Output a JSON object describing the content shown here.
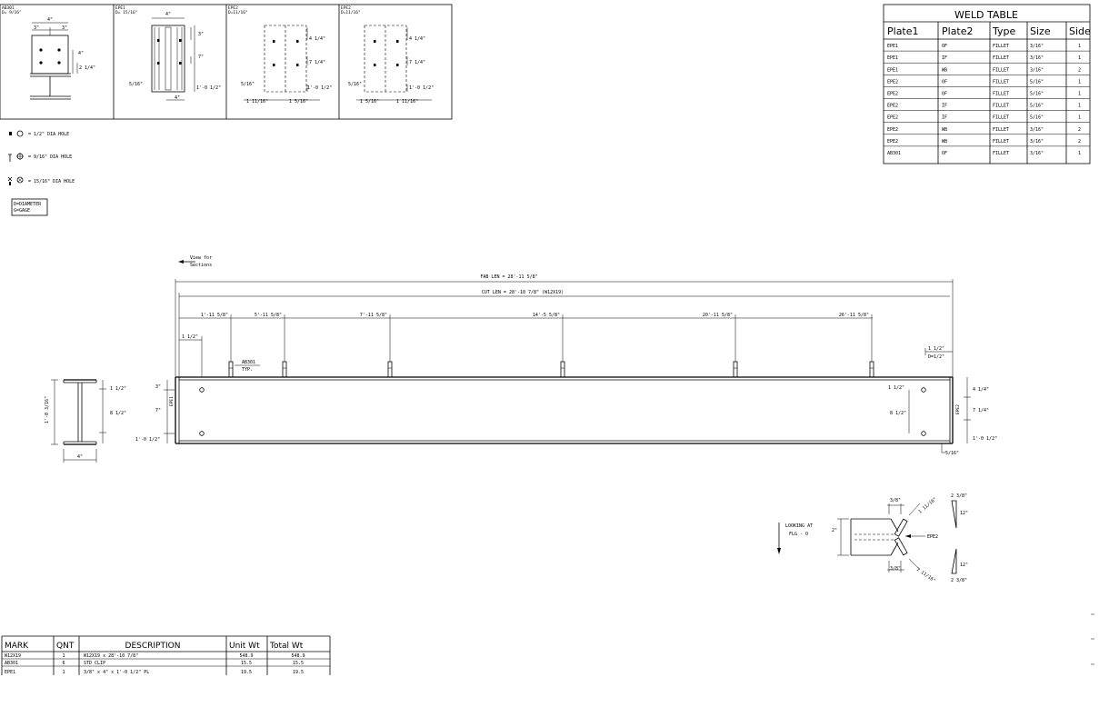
{
  "detail_views": [
    {
      "mark": "AB301",
      "diameter": "D= 9/16\"",
      "dims": [
        "4\"",
        "3\"",
        "3\"",
        "4\"",
        "2 1/4\""
      ]
    },
    {
      "mark": "EPE1",
      "diameter": "D= 15/16\"",
      "dims": [
        "4\"",
        "3\"",
        "7\"",
        "5/16\"",
        "1'-0 1/2\"",
        "4\""
      ]
    },
    {
      "mark": "EPE2",
      "diameter": "D=11/16\"",
      "dims": [
        "4 1/4\"",
        "7 1/4\"",
        "5/16\"",
        "1'-0 1/2\"",
        "1 11/16\"",
        "1 5/16\""
      ]
    },
    {
      "mark": "EPE2",
      "diameter": "D=11/16\"",
      "dims": [
        "4 1/4\"",
        "7 1/4\"",
        "5/16\"",
        "1'-0 1/2\"",
        "1 5/16\"",
        "1 11/16\""
      ]
    }
  ],
  "legend": {
    "holes": [
      "= 1/2\"  DIA HOLE",
      "= 9/16\"  DIA HOLE",
      "= 15/16\" DIA HOLE"
    ],
    "note_line1": "D=DIAMETER",
    "note_line2": "G=GAGE"
  },
  "weld_table": {
    "title": "WELD TABLE",
    "headers": [
      "Plate1",
      "Plate2",
      "Type",
      "Size",
      "Side"
    ],
    "rows": [
      [
        "EPE1",
        "OF",
        "FILLET",
        "3/16\"",
        "1"
      ],
      [
        "EPE1",
        "IF",
        "FILLET",
        "3/16\"",
        "1"
      ],
      [
        "EPE1",
        "WB",
        "FILLET",
        "3/16\"",
        "2"
      ],
      [
        "EPE2",
        "OF",
        "FILLET",
        "5/16\"",
        "1"
      ],
      [
        "EPE2",
        "OF",
        "FILLET",
        "5/16\"",
        "1"
      ],
      [
        "EPE2",
        "IF",
        "FILLET",
        "5/16\"",
        "1"
      ],
      [
        "EPE2",
        "IF",
        "FILLET",
        "5/16\"",
        "1"
      ],
      [
        "EPE2",
        "WB",
        "FILLET",
        "3/16\"",
        "2"
      ],
      [
        "EPE2",
        "WB",
        "FILLET",
        "3/16\"",
        "2"
      ],
      [
        "AB301",
        "OF",
        "FILLET",
        "3/16\"",
        "1"
      ]
    ]
  },
  "elevation": {
    "view_for_line1": "View for",
    "view_for_line2": "Sections",
    "fab_len": "FAB LEN = 28'-11 5/8\"",
    "cut_len": "CUT LEN = 28'-10 7/8\"  (W12X19)",
    "clip_dims": [
      "1'-11 5/8\"",
      "5'-11 5/8\"",
      "7'-11 5/8\"",
      "14'-5 5/8\"",
      "20'-11 5/8\"",
      "26'-11 5/8\""
    ],
    "left_offset": "1 1/2\"",
    "clip_label": "AB301",
    "clip_note": "TYP.",
    "right_offset": "1 1/2\"",
    "right_dia": "D=1/2\"",
    "left_dims": [
      "3\"",
      "7\"",
      "1'-0 1/2\""
    ],
    "left_plate": "EPE1",
    "right_inner_dims": [
      "1 1/2\"",
      "8 1/2\""
    ],
    "right_plate": "EPE2",
    "right_outer_dims": [
      "4 1/4\"",
      "7 1/4\"",
      "1'-0 1/2\""
    ],
    "right_bottom_dim": "5/16\""
  },
  "section": {
    "height": "1'-0 3/16\"",
    "dims": [
      "1 1/2\"",
      "8 1/2\""
    ],
    "width": "4\""
  },
  "plan_detail": {
    "looking_line1": "LOOKING AT",
    "looking_line2": "FLG - O",
    "dims": [
      "3/8\"",
      "1 11/16\"",
      "2 3/8\"",
      "12\"",
      "2\"",
      "3/8\"",
      "1 11/16\"",
      "12\"",
      "2 3/8\""
    ],
    "plate": "EPE2"
  },
  "bom": {
    "headers": [
      "MARK",
      "QNT",
      "DESCRIPTION",
      "Unit Wt",
      "Total Wt"
    ],
    "rows": [
      [
        "W12X19",
        "1",
        "W12X19 x 28'-10 7/8\"",
        "548.9",
        "548.9"
      ],
      [
        "AB301",
        "6",
        "STD CLIP",
        "15.5",
        "15.5"
      ],
      [
        "EPE1",
        "1",
        "3/8\" x 4\" x 1'-0 1/2\" PL",
        "19.5",
        "19.5"
      ]
    ]
  }
}
